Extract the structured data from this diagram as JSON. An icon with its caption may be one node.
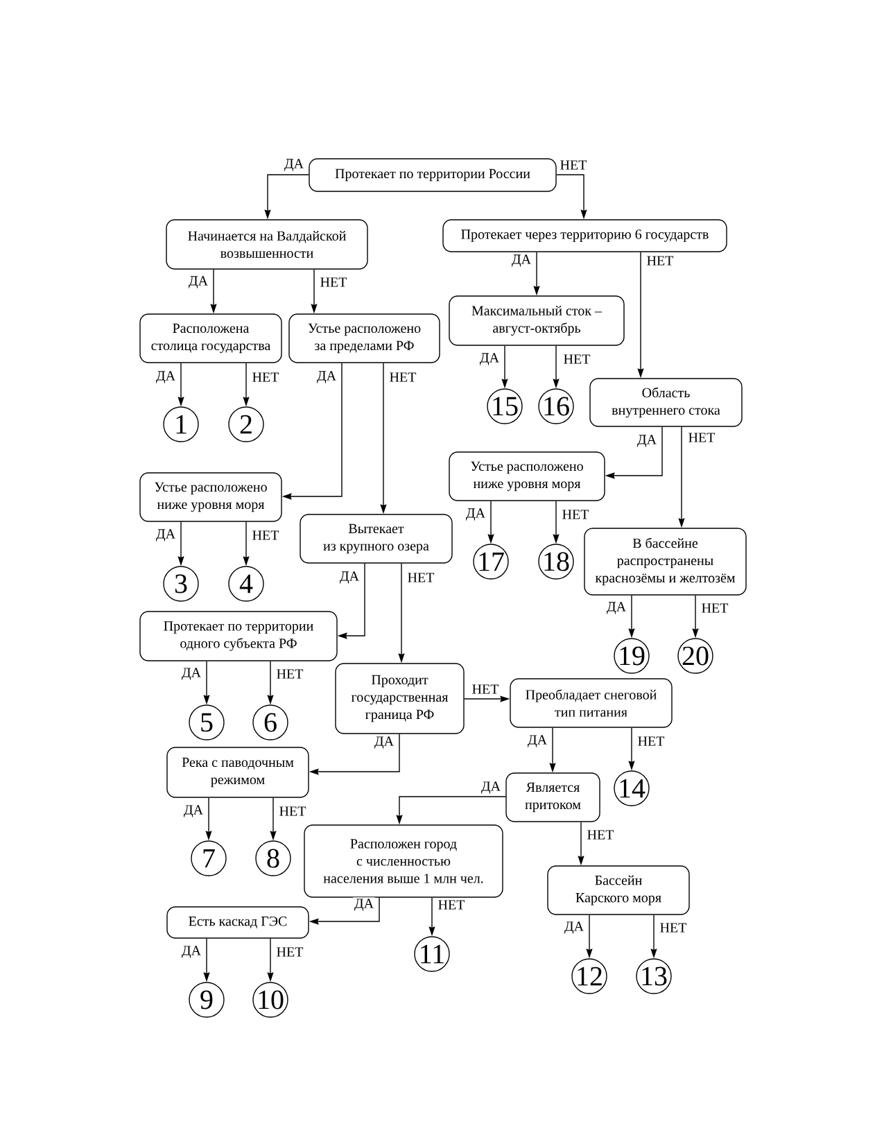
{
  "diagram": {
    "nodes": [
      {
        "text": [
          "Протекает по территории России"
        ]
      },
      {
        "text": [
          "Начинается на Валдайской возвышенности"
        ]
      },
      {
        "text": [
          "Протекает через территорию 6 государств"
        ]
      },
      {
        "text": [
          "Расположена столица государства"
        ]
      },
      {
        "text": [
          "Устье расположено за пределами РФ"
        ]
      },
      {
        "text": [
          "Максимальный сток – август-октябрь"
        ]
      },
      {
        "text": [
          "1"
        ]
      },
      {
        "text": [
          "2"
        ]
      },
      {
        "text": [
          "15"
        ]
      },
      {
        "text": [
          "16"
        ]
      },
      {
        "text": [
          "Область внутреннего стока"
        ]
      },
      {
        "text": [
          "Устье расположено ниже уровня моря"
        ]
      },
      {
        "text": [
          "Устье расположено ниже уровня моря"
        ]
      },
      {
        "text": [
          "Вытекает из крупного озера"
        ]
      },
      {
        "text": [
          "В бассейне распространены краснозёмы и желтозём"
        ]
      },
      {
        "text": [
          "17"
        ]
      },
      {
        "text": [
          "18"
        ]
      },
      {
        "text": [
          "3"
        ]
      },
      {
        "text": [
          "4"
        ]
      },
      {
        "text": [
          "Протекает по территории одного субъекта РФ"
        ]
      },
      {
        "text": [
          "19"
        ]
      },
      {
        "text": [
          "20"
        ]
      },
      {
        "text": [
          "Проходит государственная граница РФ"
        ]
      },
      {
        "text": [
          "Преобладает снеговой тип питания"
        ]
      },
      {
        "text": [
          "5"
        ]
      },
      {
        "text": [
          "6"
        ]
      },
      {
        "text": [
          "Река с паводочным режимом"
        ]
      },
      {
        "text": [
          "Является притоком"
        ]
      },
      {
        "text": [
          "14"
        ]
      },
      {
        "text": [
          "Расположен город с численностью населения выше 1 млн чел."
        ]
      },
      {
        "text": [
          "7"
        ]
      },
      {
        "text": [
          "8"
        ]
      },
      {
        "text": [
          "Бассейн Карского моря"
        ]
      },
      {
        "text": [
          "Есть каскад ГЭС"
        ]
      },
      {
        "text": [
          "11"
        ]
      },
      {
        "text": [
          "12"
        ]
      },
      {
        "text": [
          "13"
        ]
      },
      {
        "text": [
          "9"
        ]
      },
      {
        "text": [
          "10"
        ]
      }
    ],
    "edges": [
      {
        "from": 0,
        "to": 1,
        "arrow": "to",
        "label": "ДА"
      },
      {
        "from": 0,
        "to": 2,
        "arrow": "to",
        "label": "НЕТ"
      },
      {
        "from": 1,
        "to": 3,
        "arrow": "to",
        "label": "ДА"
      },
      {
        "from": 1,
        "to": 4,
        "arrow": "to",
        "label": "НЕТ"
      },
      {
        "from": 2,
        "to": 5,
        "arrow": "to",
        "label": "ДА"
      },
      {
        "from": 2,
        "to": 10,
        "arrow": "to",
        "label": "НЕТ"
      },
      {
        "from": 3,
        "to": 6,
        "arrow": "to",
        "label": "ДА"
      },
      {
        "from": 3,
        "to": 7,
        "arrow": "to",
        "label": "НЕТ"
      },
      {
        "from": 4,
        "to": 12,
        "arrow": "to",
        "label": "ДА"
      },
      {
        "from": 4,
        "to": 13,
        "arrow": "to",
        "label": "НЕТ"
      },
      {
        "from": 5,
        "to": 8,
        "arrow": "to",
        "label": "ДА"
      },
      {
        "from": 5,
        "to": 9,
        "arrow": "to",
        "label": "НЕТ"
      },
      {
        "from": 10,
        "to": 11,
        "arrow": "to",
        "label": "ДА"
      },
      {
        "from": 10,
        "to": 14,
        "arrow": "to",
        "label": "НЕТ"
      },
      {
        "from": 12,
        "to": 17,
        "arrow": "to",
        "label": "ДА"
      },
      {
        "from": 12,
        "to": 18,
        "arrow": "to",
        "label": "НЕТ"
      },
      {
        "from": 11,
        "to": 15,
        "arrow": "to",
        "label": "ДА"
      },
      {
        "from": 11,
        "to": 16,
        "arrow": "to",
        "label": "НЕТ"
      },
      {
        "from": 13,
        "to": 19,
        "arrow": "to",
        "label": "ДА"
      },
      {
        "from": 13,
        "to": 22,
        "arrow": "to",
        "label": "НЕТ"
      },
      {
        "from": 14,
        "to": 20,
        "arrow": "to",
        "label": "ДА"
      },
      {
        "from": 14,
        "to": 21,
        "arrow": "to",
        "label": "НЕТ"
      },
      {
        "from": 19,
        "to": 24,
        "arrow": "to",
        "label": "ДА"
      },
      {
        "from": 19,
        "to": 25,
        "arrow": "to",
        "label": "НЕТ"
      },
      {
        "from": 22,
        "to": 23,
        "arrow": "to",
        "label": "НЕТ"
      },
      {
        "from": 22,
        "to": 26,
        "arrow": "to",
        "label": "ДА"
      },
      {
        "from": 23,
        "to": 27,
        "arrow": "to",
        "label": "ДА"
      },
      {
        "from": 23,
        "to": 28,
        "arrow": "to",
        "label": "НЕТ"
      },
      {
        "from": 27,
        "to": 29,
        "arrow": "to",
        "label": "ДА"
      },
      {
        "from": 27,
        "to": 32,
        "arrow": "to",
        "label": "НЕТ"
      },
      {
        "from": 26,
        "to": 30,
        "arrow": "to",
        "label": "ДА"
      },
      {
        "from": 26,
        "to": 31,
        "arrow": "to",
        "label": "НЕТ"
      },
      {
        "from": 29,
        "to": 33,
        "arrow": "to",
        "label": "ДА"
      },
      {
        "from": 29,
        "to": 34,
        "arrow": "to",
        "label": "НЕТ"
      },
      {
        "from": 32,
        "to": 35,
        "arrow": "to",
        "label": "ДА"
      },
      {
        "from": 32,
        "to": 36,
        "arrow": "to",
        "label": "НЕТ"
      },
      {
        "from": 33,
        "to": 37,
        "arrow": "to",
        "label": "ДА"
      },
      {
        "from": 33,
        "to": 38,
        "arrow": "to",
        "label": "НЕТ"
      }
    ]
  }
}
